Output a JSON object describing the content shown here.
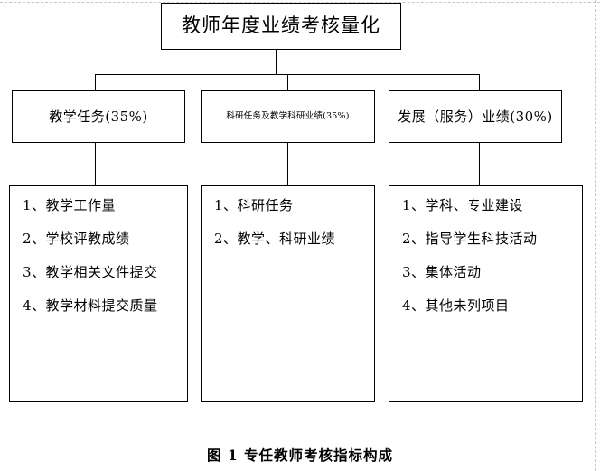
{
  "diagram": {
    "root": {
      "label": "教师年度业绩考核量化"
    },
    "categories": [
      {
        "label": "教学任务(35%)"
      },
      {
        "label": "科研任务及教学科研业绩(35%)"
      },
      {
        "label": "发展（服务）业绩(30%)"
      }
    ],
    "detail_lists": [
      {
        "items": [
          "1、教学工作量",
          "2、学校评教成绩",
          "3、教学相关文件提交",
          "4、教学材料提交质量"
        ]
      },
      {
        "items": [
          "1、科研任务",
          "2、教学、科研业绩"
        ]
      },
      {
        "items": [
          "1、学科、专业建设",
          "2、指导学生科技活动",
          "3、集体活动",
          "4、其他未列项目"
        ]
      }
    ]
  },
  "caption": {
    "text": "图 1  专任教师考核指标构成"
  },
  "colors": {
    "line": "#000000",
    "guide": "#c6c6c6",
    "background": "#ffffff"
  }
}
